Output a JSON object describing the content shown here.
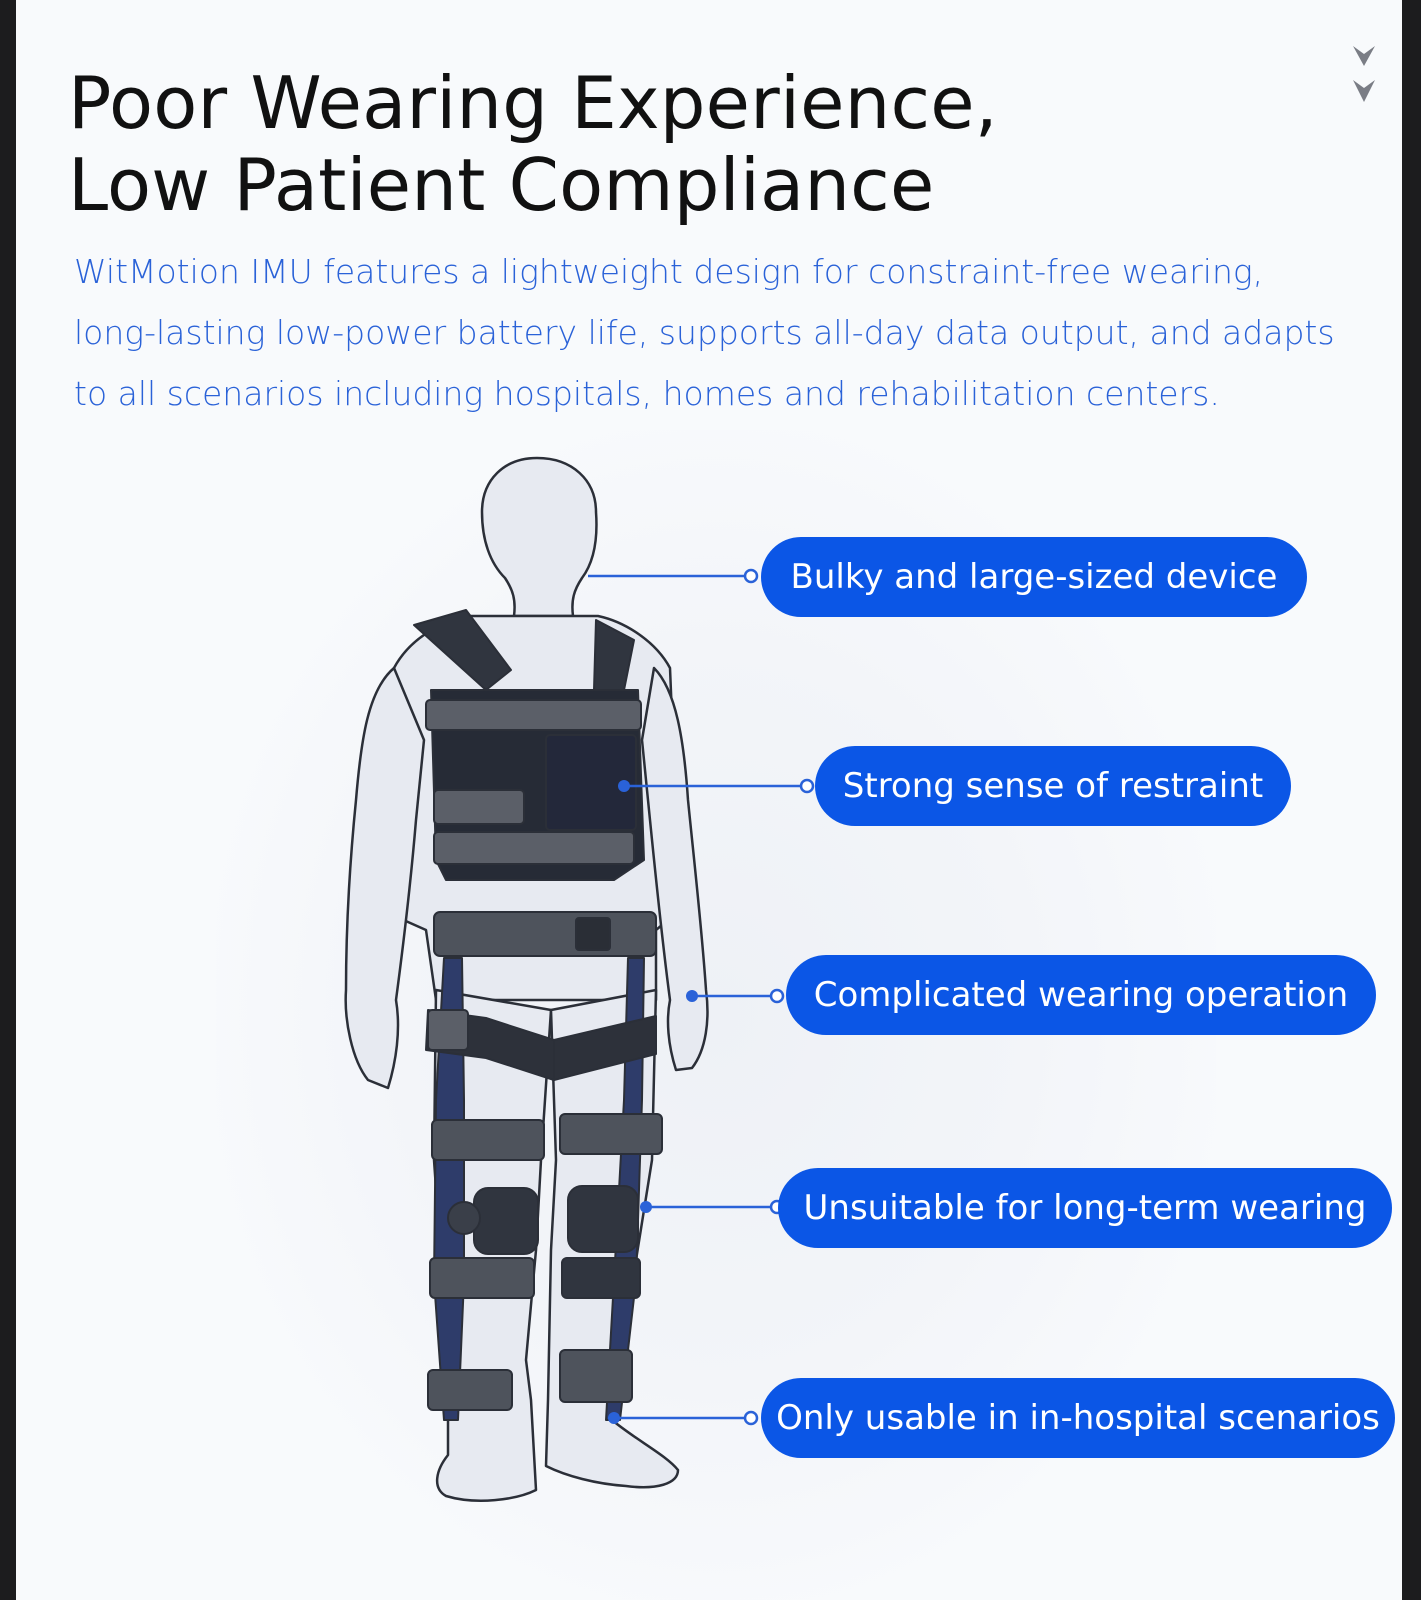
{
  "header": {
    "title_line1": "Poor Wearing Experience,",
    "title_line2": "Low Patient Compliance"
  },
  "description": {
    "line1": "WitMotion IMU features a lightweight design for constraint-free wearing,",
    "line2": "long-lasting low-power battery life, supports all-day data output, and adapts",
    "line3": "to all scenarios including hospitals, homes and rehabilitation centers."
  },
  "icons": {
    "scroll_indicator": "double-chevron-down-icon",
    "figure": "mannequin-wearing-harness-icon"
  },
  "colors": {
    "accent": "#0b56e6",
    "description_text": "#2a62d8",
    "title_text": "#111111"
  },
  "callouts": [
    {
      "label": "Bulky and large-sized device"
    },
    {
      "label": "Strong sense of restraint"
    },
    {
      "label": "Complicated wearing operation"
    },
    {
      "label": "Unsuitable for long-term wearing"
    },
    {
      "label": "Only usable in in-hospital scenarios"
    }
  ]
}
